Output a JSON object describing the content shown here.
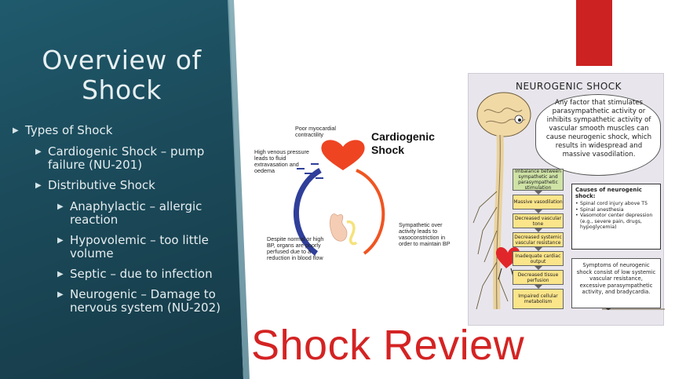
{
  "slide": {
    "title": "Overview of Shock",
    "bullets": [
      {
        "level": 0,
        "text": "Types of Shock"
      },
      {
        "level": 1,
        "text": "Cardiogenic Shock – pump failure (NU-201)"
      },
      {
        "level": 1,
        "text": "Distributive Shock"
      },
      {
        "level": 2,
        "text": "Anaphylactic – allergic reaction"
      },
      {
        "level": 2,
        "text": "Hypovolemic – too little volume"
      },
      {
        "level": 2,
        "text": "Septic – due to infection"
      },
      {
        "level": 2,
        "text": "Neurogenic – Damage to nervous system (NU-202)"
      }
    ]
  },
  "cardiogenic": {
    "title": "Cardiogenic Shock",
    "labels": {
      "top": "Poor myocardial contractility",
      "left": "High venous pressure leads to fluid extravasation and oedema",
      "right": "Sympathetic over activity leads to vasoconstriction in order to maintain BP",
      "bottom": "Despite normal or high BP, organs are poorly perfused due to a reduction in blood flow"
    }
  },
  "neurogenic": {
    "title": "NEUROGENIC SHOCK",
    "bubble": "Any factor that stimulates parasympathetic activity or inhibits sympathetic activity of vascular smooth muscles can cause neurogenic shock, which results in widespread and massive vasodilation.",
    "steps": [
      "Imbalance between sympathetic and parasympathetic stimulation",
      "Massive vasodilation",
      "Decreased vascular tone",
      "Decreased systemic vascular resistance",
      "Inadequate cardiac output",
      "Decreased tissue perfusion",
      "Impaired cellular metabolism"
    ],
    "causes_title": "Causes of neurogenic shock:",
    "causes": [
      "Spinal cord injury above T5",
      "Spinal anesthesia",
      "Vasomotor center depression (e.g., severe pain, drugs, hypoglycemia)"
    ],
    "symptoms": "Symptoms of neurogenic shock consist of low systemic vascular resistance, excessive parasympathetic activity, and bradycardia."
  },
  "banner": "Shock Review",
  "colors": {
    "panel": "#1b4a5a",
    "accent_red": "#cc2222",
    "banner_red": "#d42323",
    "heart": "#ee4422",
    "left_arc": "#2f3f9a",
    "right_arc": "#ef5522"
  }
}
